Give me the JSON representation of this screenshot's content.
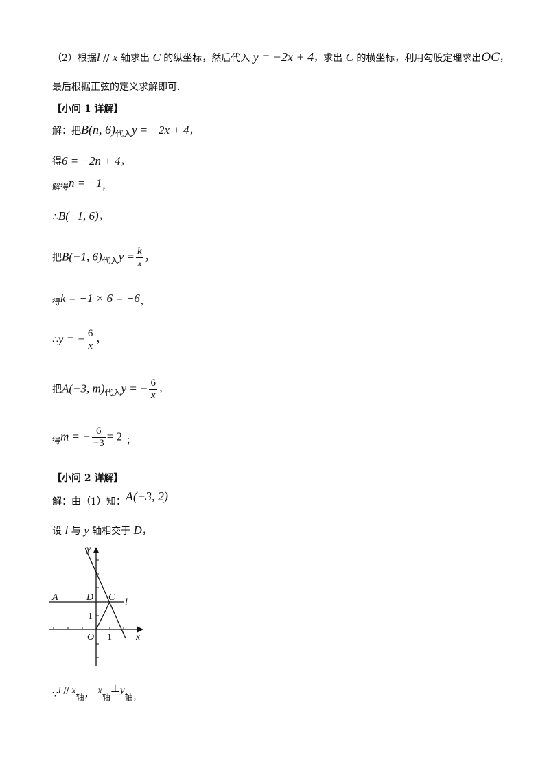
{
  "part2_intro": {
    "prefix": "（2）根据",
    "l": "l",
    "parallel": " // ",
    "x": "x",
    "text1": " 轴求出 ",
    "C1": "C",
    "text2": " 的纵坐标，然后代入 ",
    "eq": "y = −2x + 4",
    "text3": "，求出 ",
    "C2": "C",
    "text4": " 的横坐标，利用勾股定理求出",
    "OC": "OC",
    "text5": "，"
  },
  "part2_intro_line2": "最后根据正弦的定义求解即可.",
  "q1_header": "【小问 1 详解】",
  "q1": {
    "l1_a": "解：把",
    "l1_b": "B(n, 6)",
    "l1_c": "代入",
    "l1_d": "y = −2x + 4",
    "l1_e": "，",
    "l2_a": "得",
    "l2_b": "6 = −2n + 4",
    "l2_c": "，",
    "l3_a": "解得",
    "l3_b": "n = −1",
    "l3_c": "，",
    "l4_a": "∴",
    "l4_b": "B(−1, 6)",
    "l4_c": "，",
    "l5_a": "把",
    "l5_b": "B(−1, 6)",
    "l5_c": "代入",
    "l5_d": "y =",
    "l5_num": "k",
    "l5_den": "x",
    "l5_e": "，",
    "l6_a": "得",
    "l6_b": "k = −1 × 6 = −6",
    "l6_c": "，",
    "l7_a": "∴",
    "l7_b": "y = −",
    "l7_num": "6",
    "l7_den": "x",
    "l7_c": "，",
    "l8_a": "把",
    "l8_b": "A(−3, m)",
    "l8_c": "代入",
    "l8_d": "y = −",
    "l8_num": "6",
    "l8_den": "x",
    "l8_e": "，",
    "l9_a": "得",
    "l9_b": "m = −",
    "l9_num": "6",
    "l9_den": "−3",
    "l9_c": "= 2",
    "l9_d": "；"
  },
  "q2_header": "【小问 2 详解】",
  "q2": {
    "l1_a": "解：由（1）知：",
    "l1_b": "A(−3, 2)",
    "l2_a": "设 ",
    "l2_l": "l",
    "l2_b": " 与 ",
    "l2_y": "y",
    "l2_c": " 轴相交于 ",
    "l2_D": "D",
    "l2_d": "，",
    "l3_a": "∵",
    "l3_l": "l",
    "l3_par": " // ",
    "l3_x": "x",
    "l3_axis1": "轴",
    "l3_comma": "，",
    "l3_x2": "x",
    "l3_axis2": "轴",
    "l3_perp": "⊥",
    "l3_y": "y",
    "l3_axis3": "轴",
    "l3_end": "，"
  },
  "figure_labels": {
    "y": "y",
    "x": "x",
    "A": "A",
    "D": "D",
    "C": "C",
    "l": "l",
    "O": "O",
    "one_x": "1",
    "one_y": "1"
  }
}
